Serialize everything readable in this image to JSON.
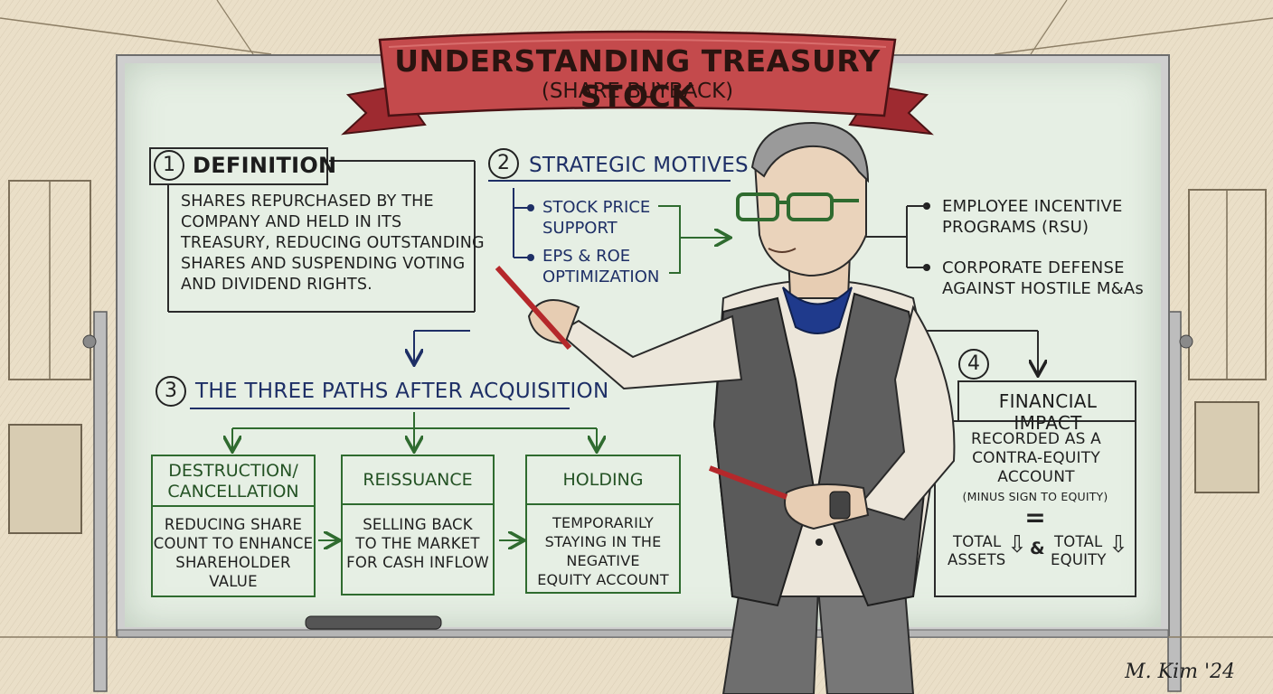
{
  "title": {
    "main": "UNDERSTANDING TREASURY STOCK",
    "sub": "(SHARE BUYBACK)"
  },
  "definition": {
    "number": "1",
    "heading": "DEFINITION",
    "lines": [
      "SHARES REPURCHASED BY THE",
      "COMPANY AND HELD IN ITS",
      "TREASURY, REDUCING OUTSTANDING",
      "SHARES AND SUSPENDING VOTING",
      "AND DIVIDEND RIGHTS."
    ]
  },
  "motives": {
    "number": "2",
    "heading": "STRATEGIC MOTIVES",
    "left": [
      {
        "line1": "STOCK PRICE",
        "line2": "SUPPORT"
      },
      {
        "line1": "EPS & ROE",
        "line2": "OPTIMIZATION"
      }
    ],
    "right": [
      {
        "line1": "EMPLOYEE INCENTIVE",
        "line2": "PROGRAMS (RSU)"
      },
      {
        "line1": "CORPORATE DEFENSE",
        "line2": "AGAINST HOSTILE M&As"
      }
    ]
  },
  "paths": {
    "number": "3",
    "heading": "THE THREE PATHS AFTER ACQUISITION",
    "items": [
      {
        "title_line1": "DESTRUCTION/",
        "title_line2": "CANCELLATION",
        "body": [
          "REDUCING SHARE",
          "COUNT TO ENHANCE",
          "SHAREHOLDER",
          "VALUE"
        ]
      },
      {
        "title_line1": "REISSUANCE",
        "title_line2": "",
        "body": [
          "SELLING BACK",
          "TO THE MARKET",
          "FOR CASH INFLOW"
        ]
      },
      {
        "title_line1": "HOLDING",
        "title_line2": "",
        "body": [
          "TEMPORARILY",
          "STAYING IN THE",
          "NEGATIVE",
          "EQUITY ACCOUNT"
        ]
      }
    ]
  },
  "impact": {
    "number": "4",
    "heading": "FINANCIAL IMPACT",
    "lines": [
      "RECORDED AS A",
      "CONTRA-EQUITY",
      "ACCOUNT"
    ],
    "note": "(MINUS SIGN TO EQUITY)",
    "equals": "=",
    "left_line1": "TOTAL",
    "left_line2": "ASSETS",
    "amp": "&",
    "right_line1": "TOTAL",
    "right_line2": "EQUITY"
  },
  "signature": "M. Kim '24"
}
